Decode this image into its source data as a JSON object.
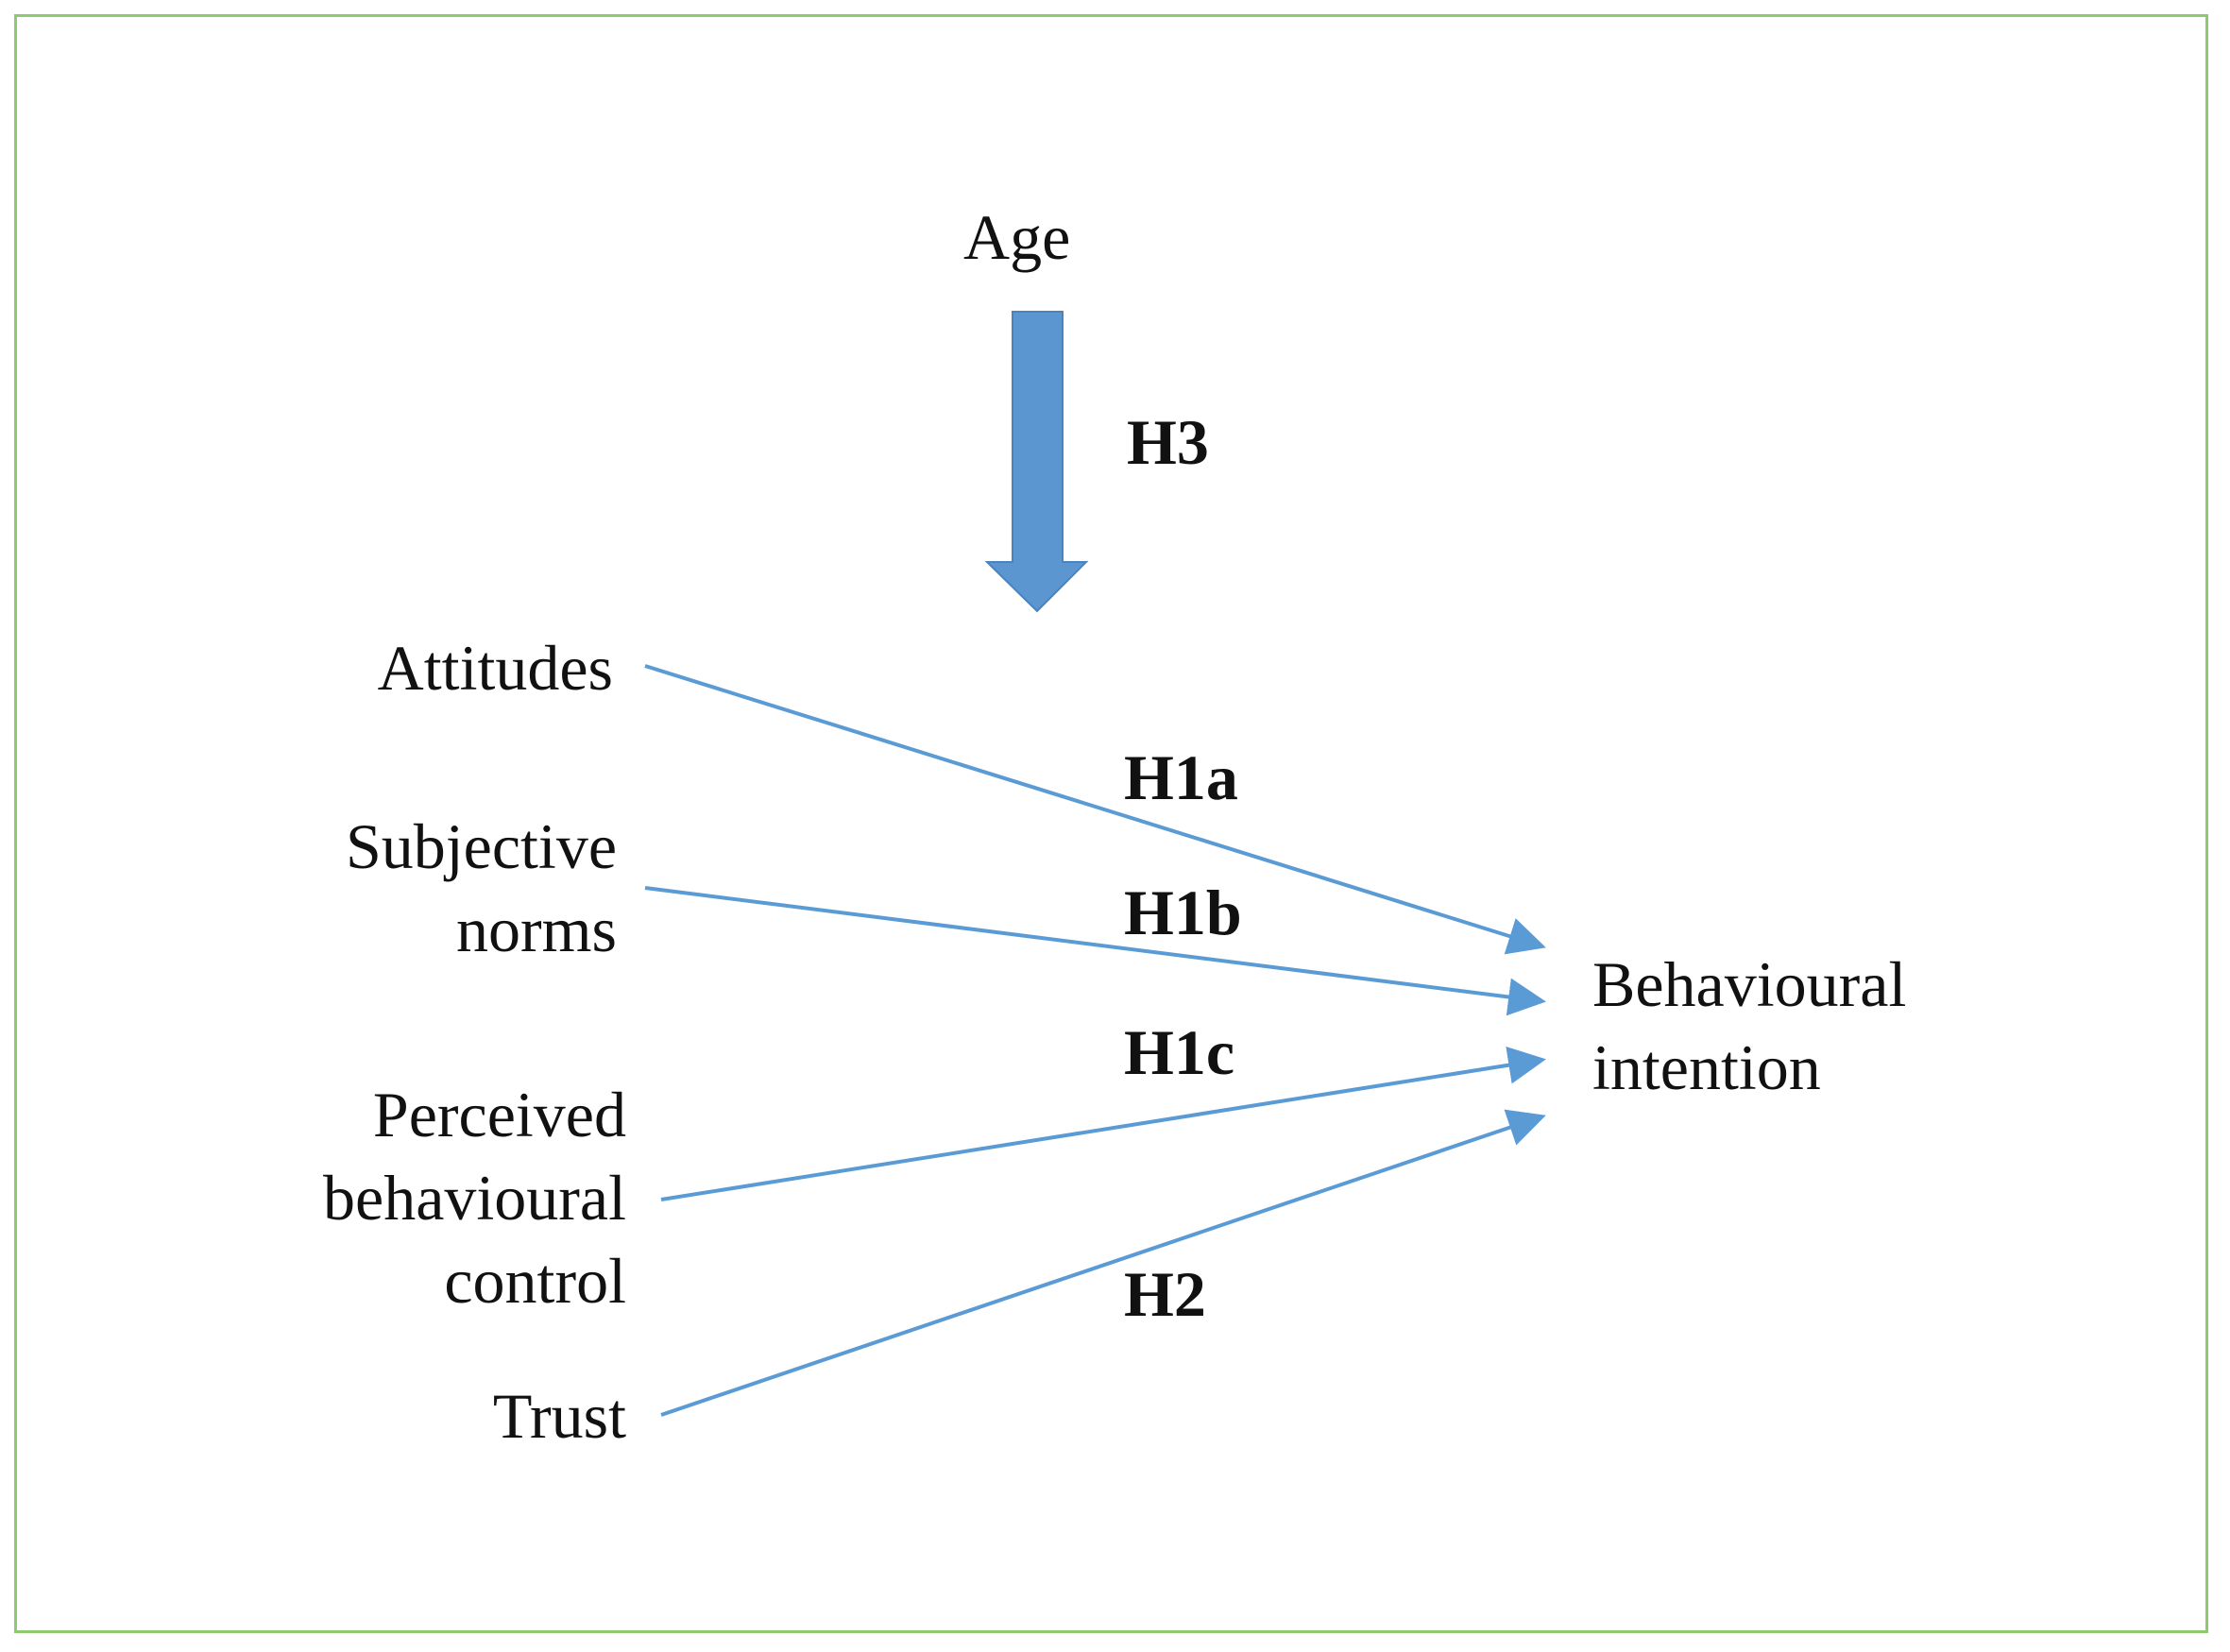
{
  "colors": {
    "frame": "#8dc96e",
    "arrow_line": "#5b9bd5",
    "block_arrow": "#5b96d1",
    "text": "#111111"
  },
  "moderator": {
    "label": "Age",
    "hypothesis": "H3"
  },
  "predictors": {
    "attitudes": {
      "lines": [
        "Attitudes"
      ],
      "hypothesis": "H1a"
    },
    "subjective_norms": {
      "lines": [
        "Subjective",
        "norms"
      ],
      "hypothesis": "H1b"
    },
    "perceived_behavioural_control": {
      "lines": [
        "Perceived",
        "behavioural",
        "control"
      ],
      "hypothesis": "H1c"
    },
    "trust": {
      "lines": [
        "Trust"
      ],
      "hypothesis": "H2"
    }
  },
  "outcome": {
    "lines": [
      "Behavioural",
      "intention"
    ]
  }
}
